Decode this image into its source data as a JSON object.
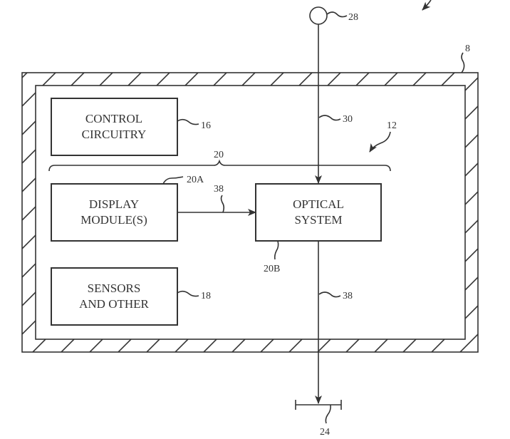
{
  "figure": {
    "device_ref": "8",
    "system_ref": "12",
    "blocks": {
      "control": {
        "line1": "CONTROL",
        "line2": "CIRCUITRY",
        "ref": "16"
      },
      "display": {
        "line1": "DISPLAY",
        "line2": "MODULE(S)",
        "ref": "20A"
      },
      "optical": {
        "line1": "OPTICAL",
        "line2": "SYSTEM",
        "ref": "20B"
      },
      "sensors": {
        "line1": "SENSORS",
        "line2": "AND OTHER",
        "ref": "18"
      }
    },
    "group_ref": "20",
    "source_ref": "28",
    "incoming_light_ref": "30",
    "display_light_ref": "38",
    "output_light_ref": "38",
    "eyebox_ref": "24"
  }
}
